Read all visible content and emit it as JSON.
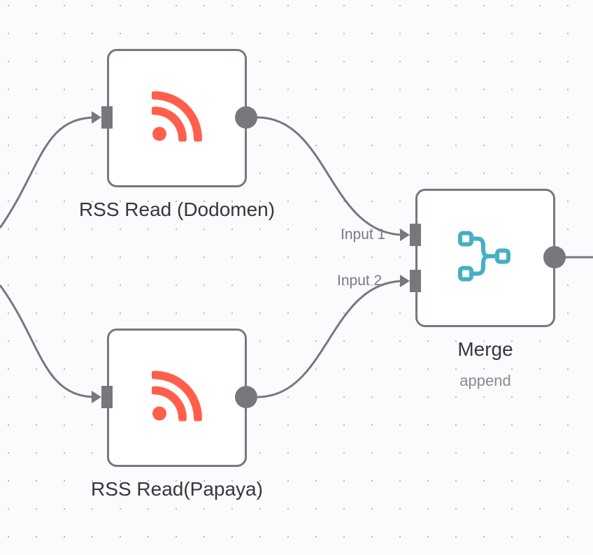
{
  "canvas": {
    "grid": "dots"
  },
  "colors": {
    "edge": "#77777e",
    "rss_icon": "#ff5f4a",
    "merge_icon": "#45afc4",
    "node_border": "#77777e"
  },
  "nodes": [
    {
      "id": "rss-dodomen",
      "label": "RSS Read (Dodomen)",
      "icon": "rss-icon"
    },
    {
      "id": "rss-papaya",
      "label": "RSS Read(Papaya)",
      "icon": "rss-icon"
    },
    {
      "id": "merge",
      "label": "Merge",
      "subtitle": "append",
      "icon": "merge-icon",
      "inputs": [
        "Input 1",
        "Input 2"
      ]
    }
  ],
  "edges": [
    {
      "from": "offscreen-left",
      "to": "rss-dodomen"
    },
    {
      "from": "offscreen-left",
      "to": "rss-papaya"
    },
    {
      "from": "rss-dodomen",
      "to": "merge",
      "input": "Input 1"
    },
    {
      "from": "rss-papaya",
      "to": "merge",
      "input": "Input 2"
    },
    {
      "from": "merge",
      "to": "offscreen-right"
    }
  ]
}
